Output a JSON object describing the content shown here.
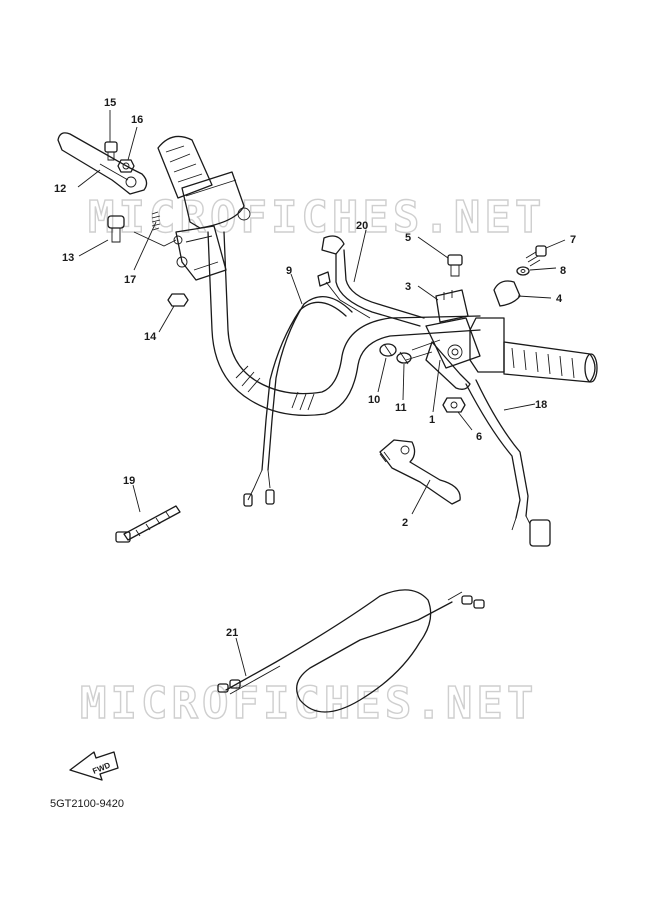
{
  "watermark": "MICROFICHES.NET",
  "diagram_code": "5GT2100-9420",
  "fwd_label": "FWD",
  "callouts": [
    "1",
    "2",
    "3",
    "4",
    "5",
    "6",
    "7",
    "8",
    "9",
    "10",
    "11",
    "12",
    "13",
    "14",
    "15",
    "16",
    "17",
    "18",
    "19",
    "20",
    "21"
  ],
  "colors": {
    "line": "#1a1a1a",
    "watermark": "#cfcfcf",
    "background": "#ffffff"
  }
}
